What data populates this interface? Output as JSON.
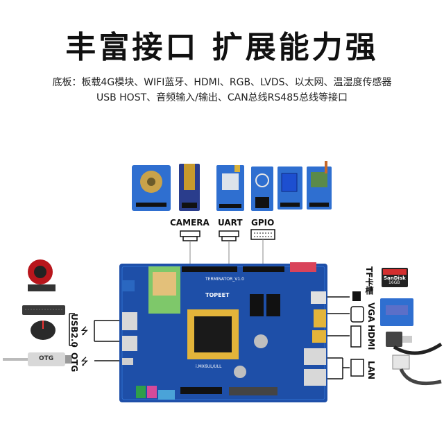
{
  "header": {
    "title": "丰富接口 扩展能力强",
    "line1": "底板：板载4G模块、WIFI蓝牙、HDMI、RGB、LVDS、以太网、温湿度传感器",
    "line2": "USB HOST、音频输入/输出、CAN总线RS485总线等接口"
  },
  "labels": {
    "camera": "CAMERA",
    "uart": "UART",
    "gpio": "GPIO",
    "usb20": "USB2.0",
    "otg": "OTG",
    "tf": "TF卡槽",
    "vga": "VGA",
    "hdmi": "HDMI",
    "lan": "LAN",
    "otg_cable": "OTG"
  },
  "board": {
    "silk_top": "TERMINATOR_V1.0",
    "brand": "TOPEET",
    "chip": "i.MX6UL/ULL"
  },
  "sdcard": {
    "brand": "SanDisk",
    "size": "16GB"
  },
  "colors": {
    "board": "#1e4fa8",
    "module": "#2f6fd0",
    "text": "#111111"
  }
}
